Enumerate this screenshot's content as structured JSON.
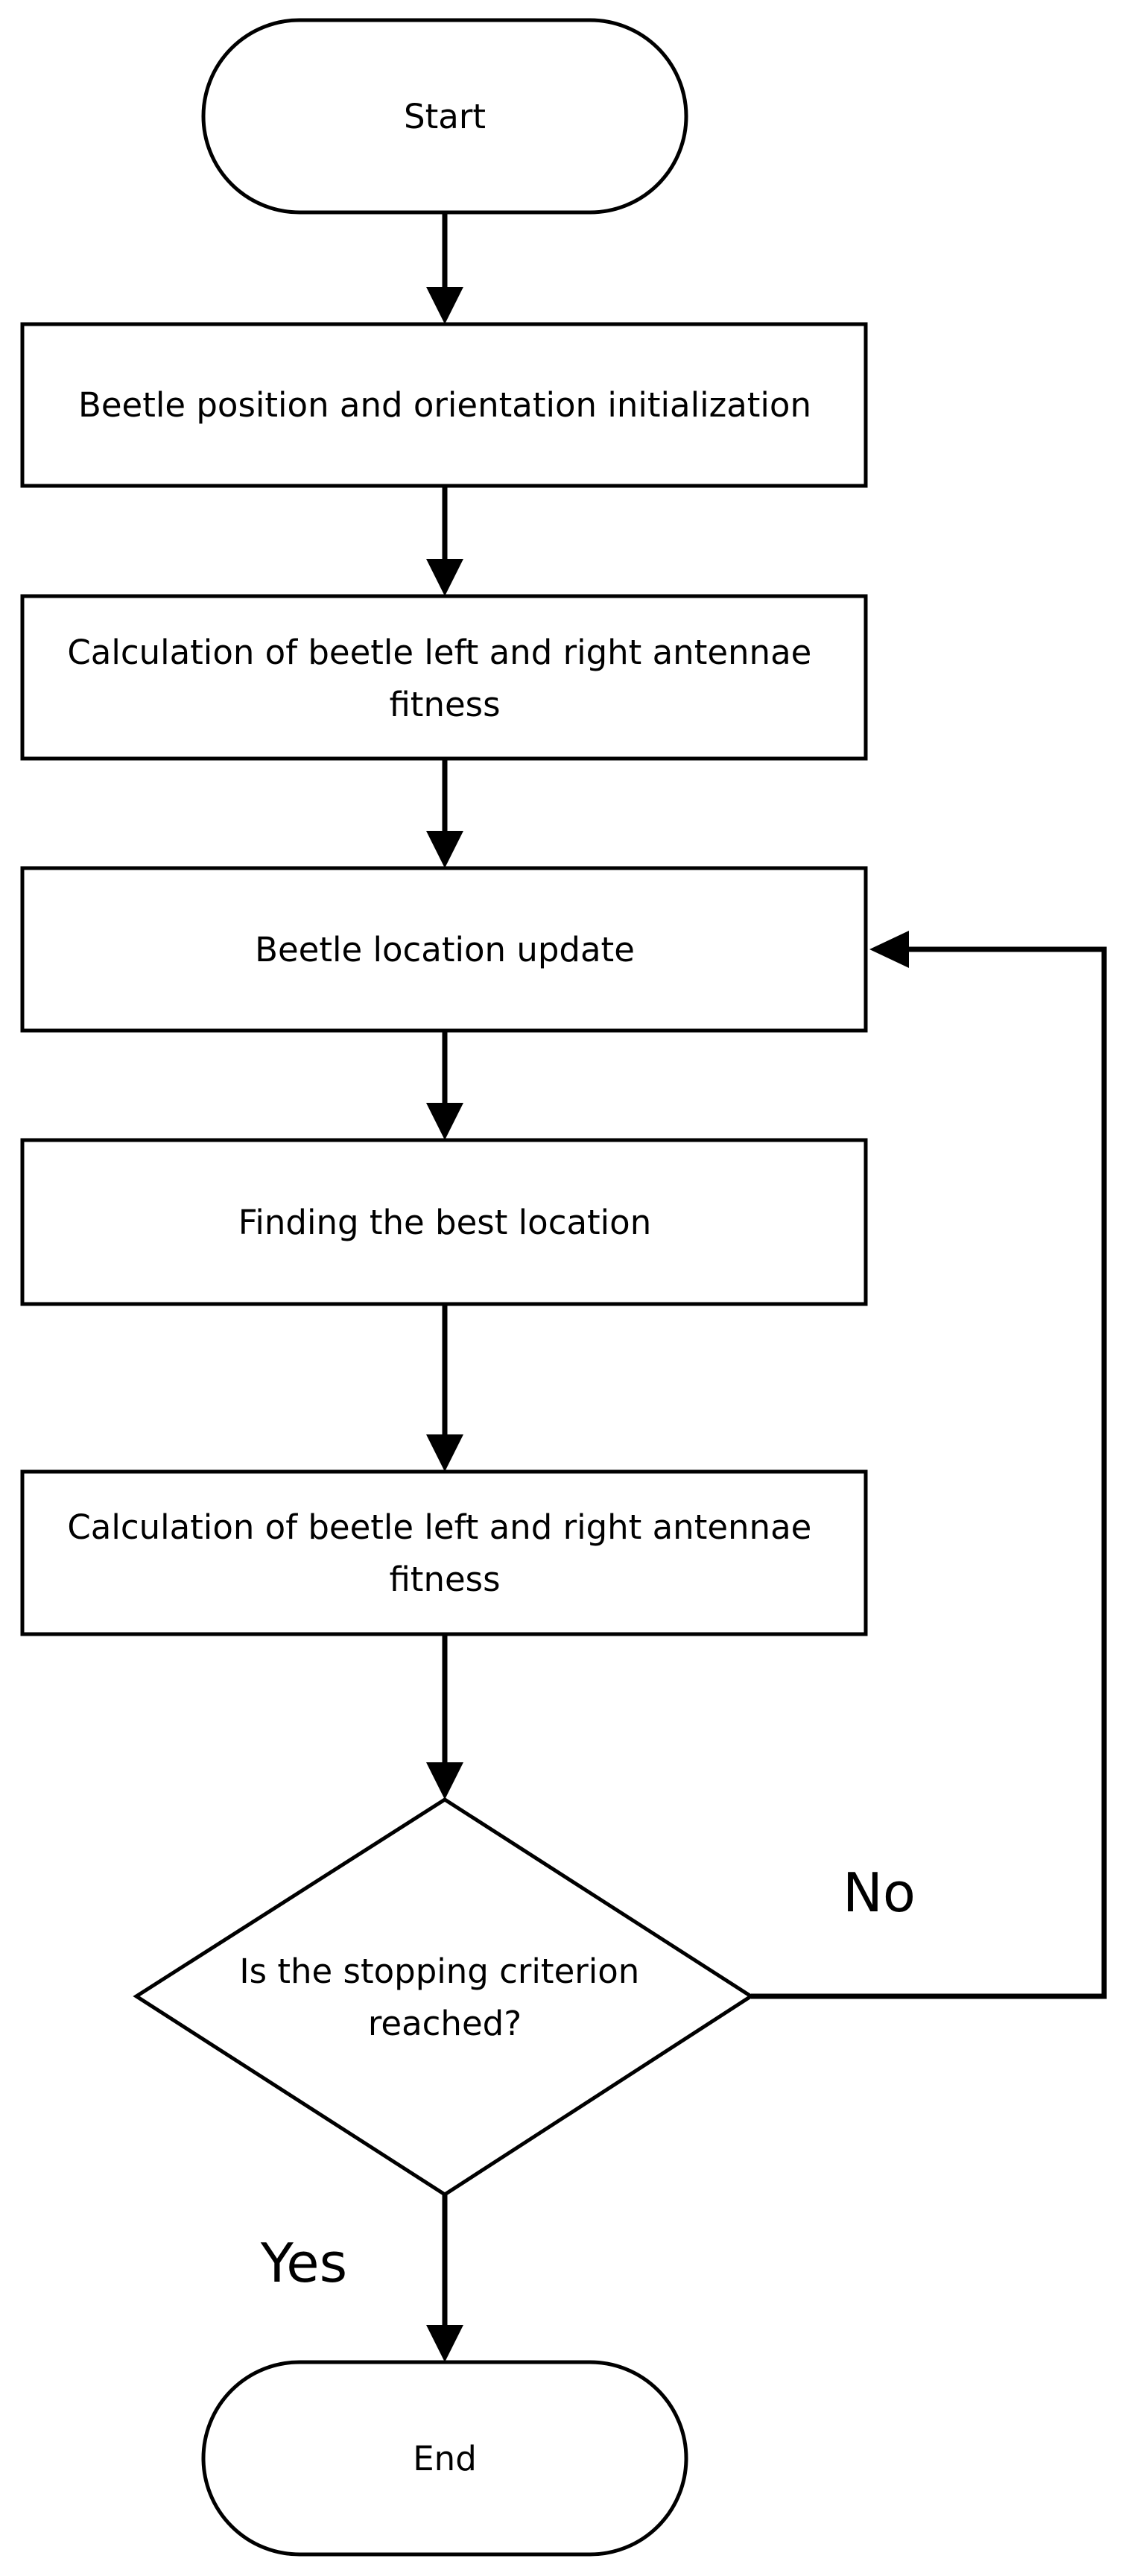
{
  "flowchart": {
    "nodes": [
      {
        "id": "start",
        "shape": "terminator",
        "lines": [
          "Start"
        ]
      },
      {
        "id": "init",
        "shape": "process",
        "lines": [
          "Beetle position and orientation initialization"
        ]
      },
      {
        "id": "calc1",
        "shape": "process",
        "lines": [
          "Calculation of beetle left and right antennae",
          "fitness"
        ]
      },
      {
        "id": "update",
        "shape": "process",
        "lines": [
          "Beetle location update"
        ]
      },
      {
        "id": "best",
        "shape": "process",
        "lines": [
          "Finding the best location"
        ]
      },
      {
        "id": "calc2",
        "shape": "process",
        "lines": [
          "Calculation of beetle left and right antennae",
          "fitness"
        ]
      },
      {
        "id": "decision",
        "shape": "decision",
        "lines": [
          "Is the stopping criterion",
          "reached?"
        ]
      },
      {
        "id": "end",
        "shape": "terminator",
        "lines": [
          "End"
        ]
      }
    ],
    "edges": [
      {
        "from": "start",
        "to": "init",
        "label": ""
      },
      {
        "from": "init",
        "to": "calc1",
        "label": ""
      },
      {
        "from": "calc1",
        "to": "update",
        "label": ""
      },
      {
        "from": "update",
        "to": "best",
        "label": ""
      },
      {
        "from": "best",
        "to": "calc2",
        "label": ""
      },
      {
        "from": "calc2",
        "to": "decision",
        "label": ""
      },
      {
        "from": "decision",
        "to": "update",
        "label": "No"
      },
      {
        "from": "decision",
        "to": "end",
        "label": "Yes"
      }
    ]
  }
}
